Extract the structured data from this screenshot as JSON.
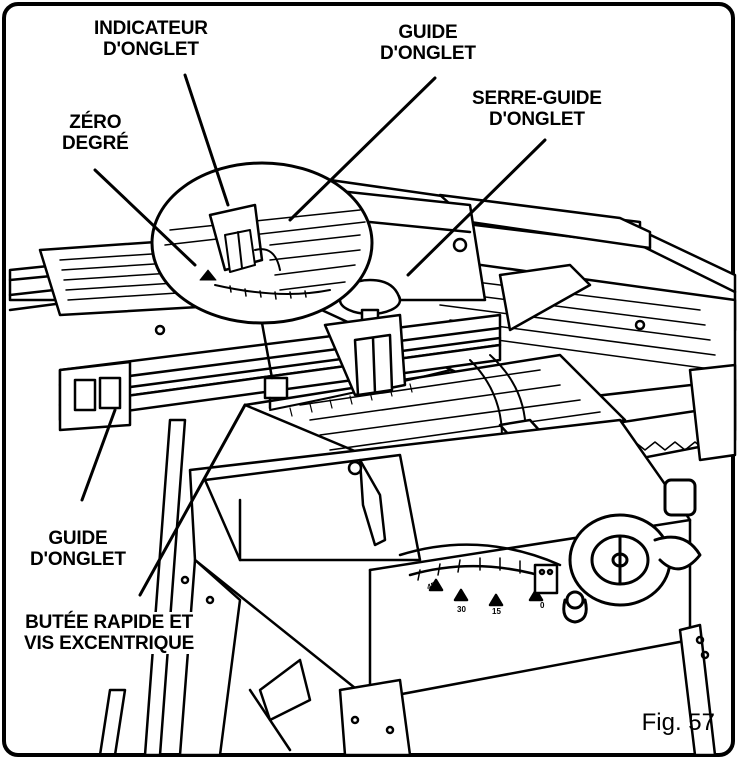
{
  "labels": {
    "miter_indicator": {
      "line1": "INDICATEUR",
      "line2": "D'ONGLET"
    },
    "miter_gauge_top": {
      "line1": "GUIDE",
      "line2": "D'ONGLET"
    },
    "zero_degree": {
      "line1": "ZÉRO",
      "line2": "DEGRÉ"
    },
    "miter_gauge_clamp": {
      "line1": "SERRE-GUIDE",
      "line2": "D'ONGLET"
    },
    "miter_gauge_left": {
      "line1": "GUIDE",
      "line2": "D'ONGLET"
    },
    "quick_stop": {
      "line1": "BUTÉE RAPIDE ET",
      "line2": "VIS EXCENTRIQUE"
    }
  },
  "scale_numbers": [
    "45",
    "30",
    "15",
    "0"
  ],
  "figure_number": "Fig. 57",
  "colors": {
    "ink": "#000000",
    "paper": "#ffffff"
  }
}
